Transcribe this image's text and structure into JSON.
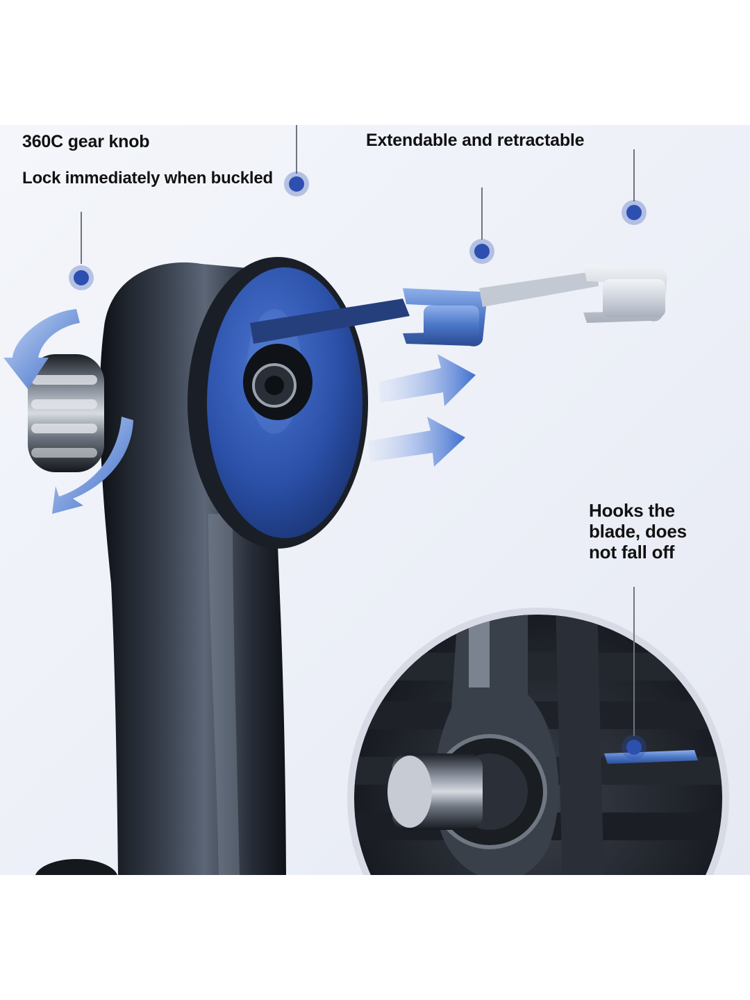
{
  "callouts": {
    "gear_knob": "360C gear knob",
    "lock": "Lock immediately when buckled",
    "extendable": "Extendable and retractable",
    "hooks": {
      "line1": "Hooks the",
      "line2": "blade, does",
      "line3": "not fall off"
    }
  },
  "colors": {
    "accent_blue": "#2b50a8",
    "marker_blue": "#2c4fb0",
    "metal_dark": "#1c2129",
    "background": "#eef1f8"
  },
  "icons": [
    "rotate-arrow-icon",
    "extend-arrow-icon",
    "marker-dot-icon"
  ]
}
